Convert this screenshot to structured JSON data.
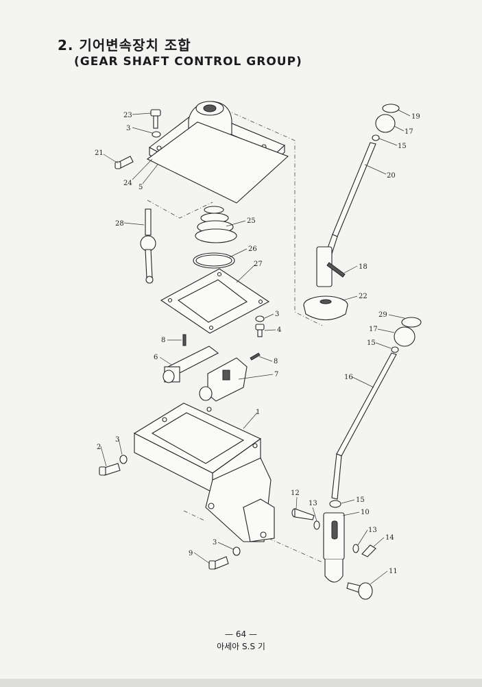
{
  "header": {
    "title_ko": "2. 기어변속장치 조합",
    "title_en": "(GEAR SHAFT CONTROL GROUP)"
  },
  "part_labels": [
    "23",
    "3",
    "21",
    "24",
    "5",
    "28",
    "25",
    "26",
    "27",
    "3",
    "4",
    "8",
    "6",
    "8",
    "7",
    "1",
    "2",
    "3",
    "3",
    "9",
    "19",
    "17",
    "15",
    "20",
    "18",
    "22",
    "29",
    "17",
    "15",
    "16",
    "12",
    "13",
    "15",
    "10",
    "13",
    "14",
    "11"
  ],
  "footer": {
    "page_number": "— 64 —",
    "publisher": "아세아 S.S 기"
  }
}
